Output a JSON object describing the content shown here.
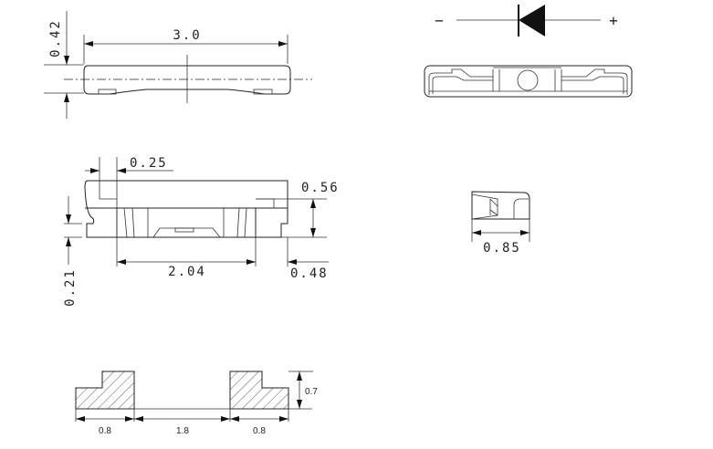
{
  "top_view": {
    "width_label": "3.0",
    "height_label": "0.42"
  },
  "side_view": {
    "lead_label": "0.25",
    "height_label": "0.56",
    "body_label": "2.04",
    "right_lead_label": "0.48",
    "standoff_label": "0.21"
  },
  "symbol": {
    "cathode_label": "−",
    "anode_label": "+"
  },
  "end_view": {
    "width_label": "0.85"
  },
  "land_pattern": {
    "pad_left_label": "0.8",
    "gap_label": "1.8",
    "pad_right_label": "0.8",
    "height_label": "0.7"
  }
}
